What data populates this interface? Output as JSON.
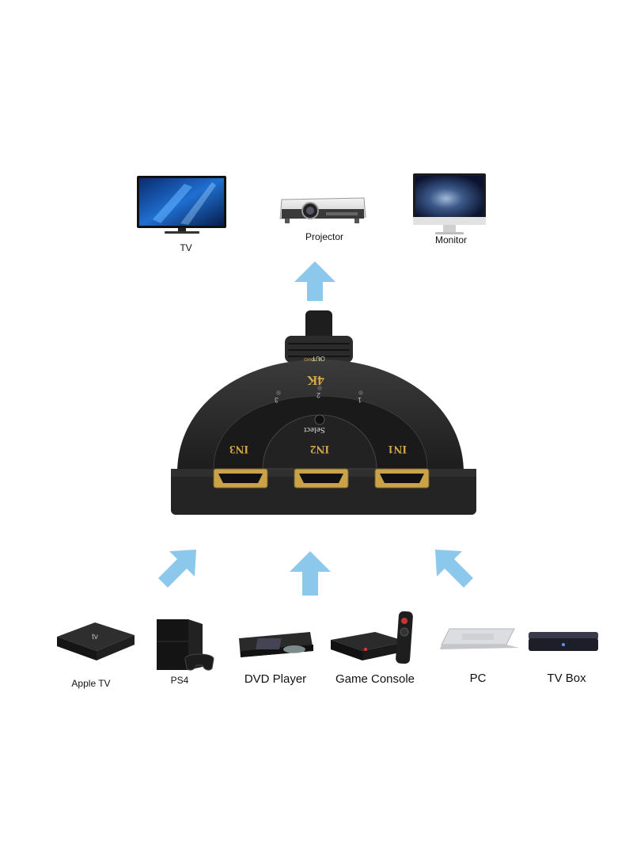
{
  "outputs": {
    "tv": "TV",
    "projector": "Projector",
    "monitor": "Monitor"
  },
  "switch": {
    "in1": "IN1",
    "in2": "IN2",
    "in3": "IN3",
    "select": "Select",
    "brand": "4K",
    "ultra": "ULTRAHD",
    "out": "OUT",
    "led1": "1",
    "led2": "2",
    "led3": "3"
  },
  "inputs": {
    "apple_tv": "Apple TV",
    "apple_tv_logo": "tv",
    "ps4": "PS4",
    "dvd": "DVD Player",
    "game_console": "Game Console",
    "pc": "PC",
    "tv_box": "TV Box"
  },
  "colors": {
    "arrow": "#8cc8ec",
    "switch_body": "#2a2a2a",
    "hdmi_gold": "#c9a24a"
  }
}
